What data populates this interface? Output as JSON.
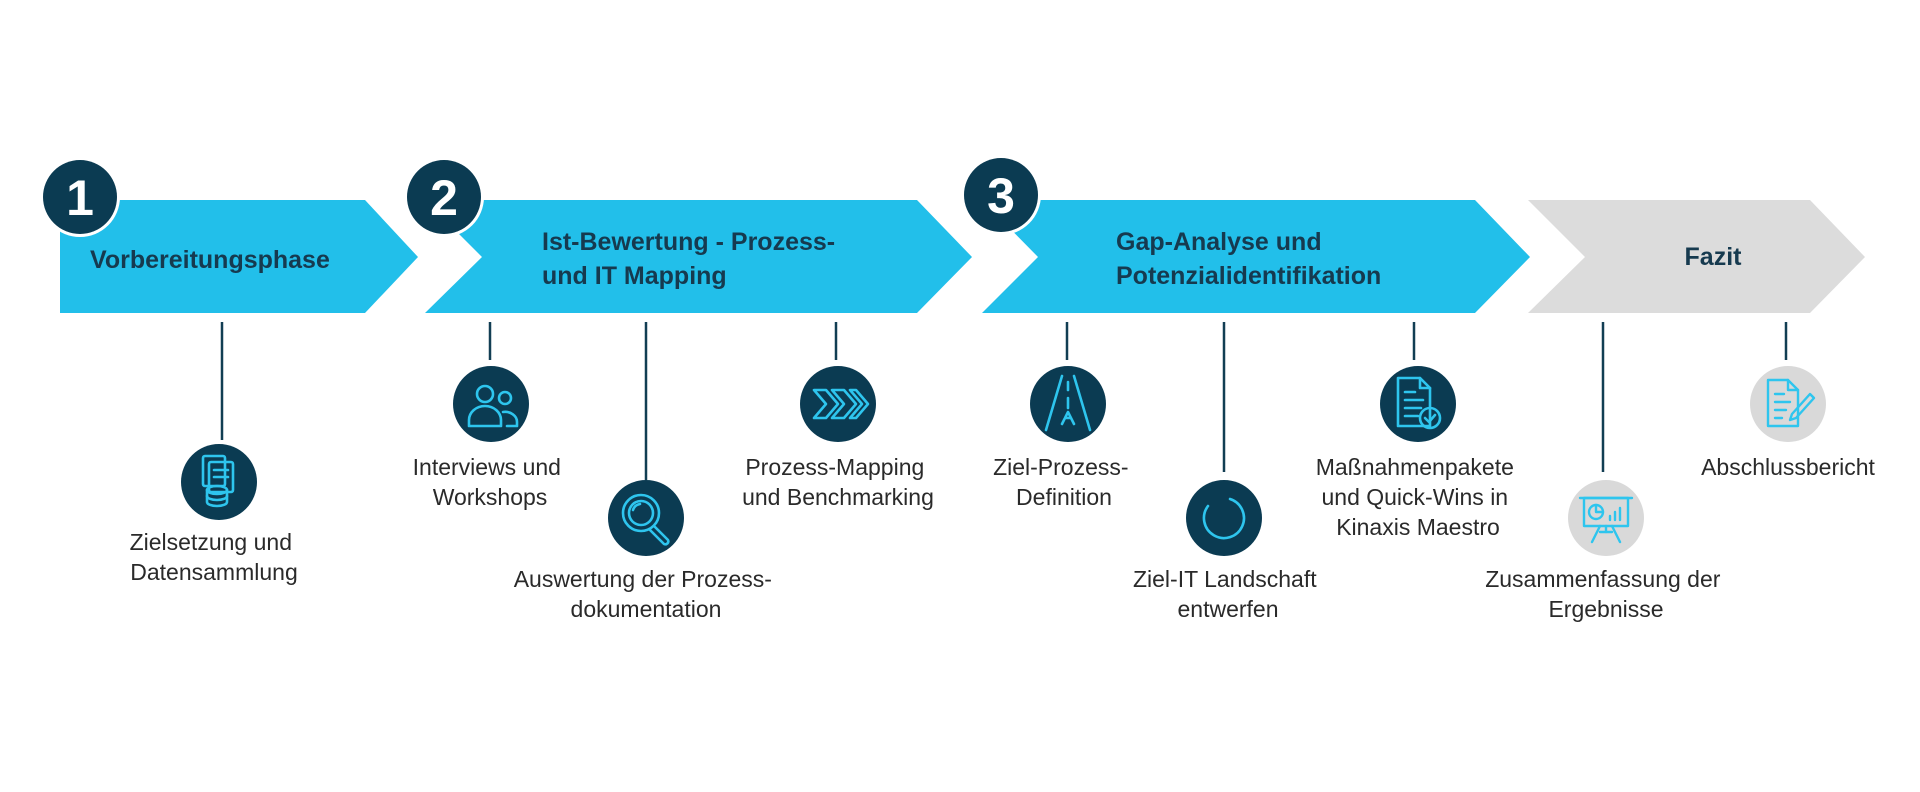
{
  "colors": {
    "chevron_active": "#22bfea",
    "chevron_inactive": "#dcdcdc",
    "dark_navy": "#0b3b52",
    "icon_stroke": "#2ec5ee",
    "light_circle": "#d9d9d9"
  },
  "phases": [
    {
      "number": "1",
      "title_lines": [
        "Vorbereitungsphase"
      ],
      "steps": [
        {
          "icon": "document-database-icon",
          "label_lines": [
            "Zielsetzung und",
            "Datensammlung"
          ]
        }
      ]
    },
    {
      "number": "2",
      "title_lines": [
        "Ist-Bewertung - Prozess-",
        "und IT Mapping"
      ],
      "steps": [
        {
          "icon": "people-icon",
          "label_lines": [
            "Interviews und",
            "Workshops"
          ]
        },
        {
          "icon": "magnifier-icon",
          "label_lines": [
            "Auswertung der Prozess-",
            "dokumentation"
          ]
        },
        {
          "icon": "double-chevron-icon",
          "label_lines": [
            "Prozess-Mapping",
            "und Benchmarking"
          ]
        }
      ]
    },
    {
      "number": "3",
      "title_lines": [
        "Gap-Analyse und",
        "Potenzialidentifikation"
      ],
      "steps": [
        {
          "icon": "road-icon",
          "label_lines": [
            "Ziel-Prozess-",
            "Definition"
          ]
        },
        {
          "icon": "ring-icon",
          "label_lines": [
            "Ziel-IT Landschaft",
            "entwerfen"
          ]
        },
        {
          "icon": "checklist-document-icon",
          "label_lines": [
            "Maßnahmenpakete",
            "und Quick-Wins in",
            "Kinaxis Maestro"
          ]
        }
      ]
    },
    {
      "number": "",
      "title_lines": [
        "Fazit"
      ],
      "steps": [
        {
          "icon": "presentation-board-icon",
          "label_lines": [
            "Zusammenfassung der",
            "Ergebnisse"
          ]
        },
        {
          "icon": "document-pen-icon",
          "label_lines": [
            "Abschlussbericht"
          ]
        }
      ]
    }
  ]
}
